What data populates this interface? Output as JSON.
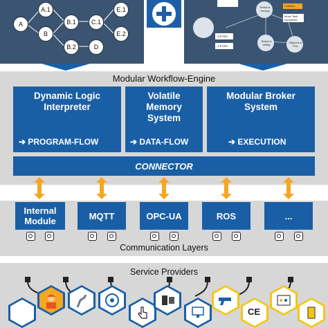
{
  "program_graph": {
    "nodes": [
      "A",
      "A.1",
      "B",
      "B.1",
      "B.2",
      "C.1",
      "D",
      "E.1",
      "E.2"
    ]
  },
  "plus_symbol": "+",
  "state_machine": {
    "labels": [
      "Robot is moving",
      "Collision",
      "Move Task completed",
      "Robot is sitting",
      "Object A in Pos",
      "1.0 m/s",
      "1.0 m/s"
    ]
  },
  "engine": {
    "title": "Modular Workflow-Engine",
    "blocks": [
      {
        "title": "Dynamic Logic Interpreter",
        "flow": "PROGRAM-FLOW"
      },
      {
        "title": "Volatile Memory System",
        "flow": "DATA-FLOW"
      },
      {
        "title": "Modular Broker System",
        "flow": "EXECUTION"
      }
    ],
    "connector": "CONNECTOR"
  },
  "layers": {
    "items": [
      "Internal Module",
      "MQTT",
      "OPC-UA",
      "ROS",
      "..."
    ],
    "caption": "Communication Layers"
  },
  "services": {
    "title": "Service Providers"
  },
  "colors": {
    "block_blue": "#1a5fa6",
    "panel_dark": "#3b5471",
    "arrow_orange": "#f5a623",
    "background_grey": "#d7d7d7"
  }
}
